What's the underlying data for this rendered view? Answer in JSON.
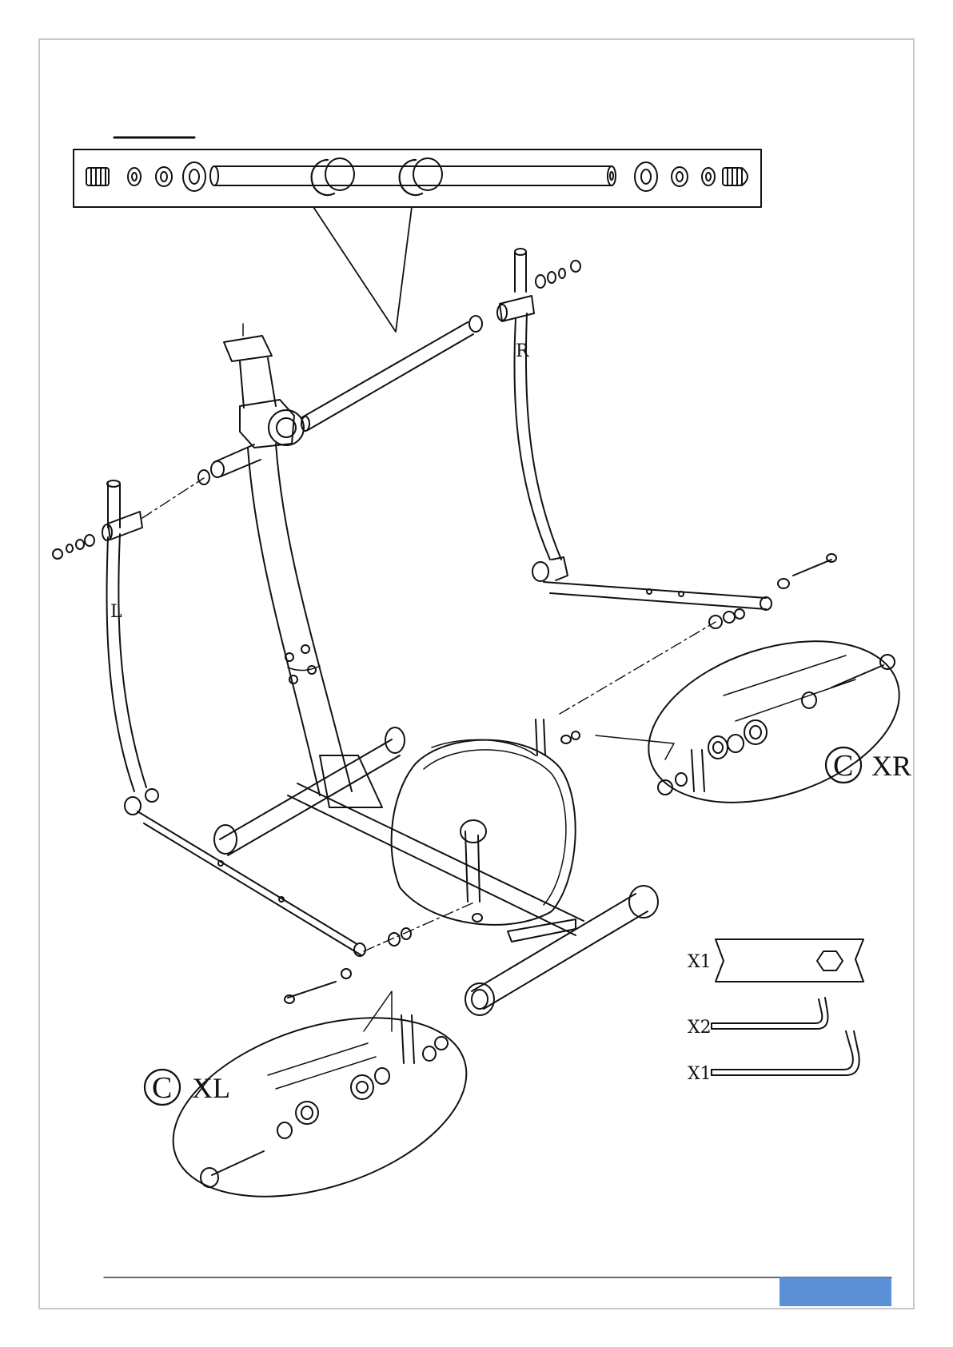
{
  "labels": {
    "frame_left": "L",
    "frame_right": "R",
    "detail_right_letter": "C",
    "detail_right_code": "XR",
    "detail_left_letter": "C",
    "detail_left_code": "XL"
  },
  "tools": [
    {
      "qty": "X1",
      "name": "wrench"
    },
    {
      "qty": "X2",
      "name": "allen-key-small"
    },
    {
      "qty": "X1",
      "name": "allen-key-large"
    }
  ],
  "colors": {
    "line": "#111111",
    "frame": "#c8c8c8",
    "page_tab": "#5b8fd6"
  }
}
